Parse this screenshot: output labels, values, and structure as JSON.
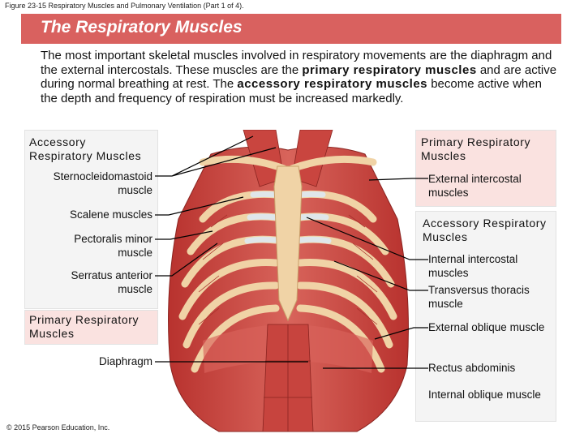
{
  "caption": "Figure 23-15 Respiratory Muscles and Pulmonary Ventilation (Part 1 of 4).",
  "title": "The Respiratory Muscles",
  "intro": {
    "part1": "The most important skeletal muscles involved in respiratory movements are the diaphragm and the external intercostals. These muscles are the",
    "bold1": "primary respiratory muscles",
    "part2": "and are active during normal breathing at rest. The",
    "bold2": "accessory respiratory muscles",
    "part3": "become active when the depth and frequency of respiration must be increased markedly."
  },
  "left": {
    "accessory_heading": "Accessory Respiratory Muscles",
    "sternocleidomastoid": "Sternocleidomastoid muscle",
    "scalene": "Scalene muscles",
    "pectoralis": "Pectoralis minor muscle",
    "serratus": "Serratus anterior muscle",
    "primary_heading": "Primary Respiratory Muscles",
    "diaphragm": "Diaphragm"
  },
  "right": {
    "primary_heading": "Primary Respiratory Muscles",
    "external_intercostal": "External intercostal muscles",
    "accessory_heading": "Accessory Respiratory Muscles",
    "internal_intercostal": "Internal intercostal muscles",
    "transversus": "Transversus thoracis muscle",
    "external_oblique": "External oblique muscle",
    "rectus": "Rectus abdominis",
    "internal_oblique": "Internal oblique muscle"
  },
  "copyright": "© 2015 Pearson Education, Inc.",
  "colors": {
    "banner": "#d9615f",
    "muscle": "#c9453f",
    "rib": "#f0d3a6",
    "cartilage": "#dfe6ea",
    "gray_box": "#f4f4f4",
    "pink_box": "#fae2e0"
  }
}
